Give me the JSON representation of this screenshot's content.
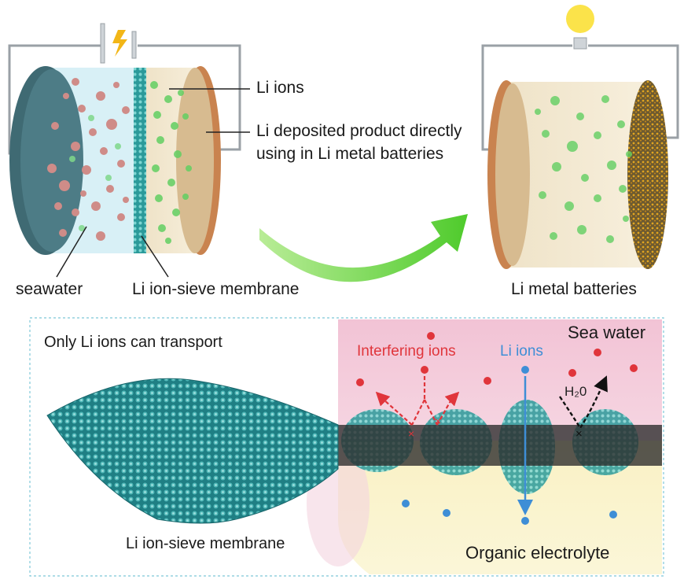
{
  "top": {
    "li_ions": "Li ions",
    "li_deposited": "Li deposited product directly using in Li metal batteries",
    "seawater": "seawater",
    "sieve_membrane": "Li ion-sieve membrane",
    "metal_batteries": "Li metal batteries"
  },
  "bottom": {
    "only_li": "Only Li ions can transport",
    "sea_water": "Sea water",
    "interfering_ions": "Interfering ions",
    "li_ions": "Li ions",
    "h2o": "H₂0",
    "sieve_membrane": "Li ion-sieve membrane",
    "organic_electrolyte": "Organic electrolyte"
  },
  "colors": {
    "interfering_ion": "#e0353b",
    "li_ion_blue": "#3e8ed6",
    "li_ion_green": "#5cc95c",
    "sea_water_bg": "#f3c9d8",
    "electrolyte_bg": "#f8f3c8",
    "membrane_teal": "#2f9d9d",
    "arrow_green": "#5fcf3a",
    "bulb_yellow": "#fbe34a"
  }
}
